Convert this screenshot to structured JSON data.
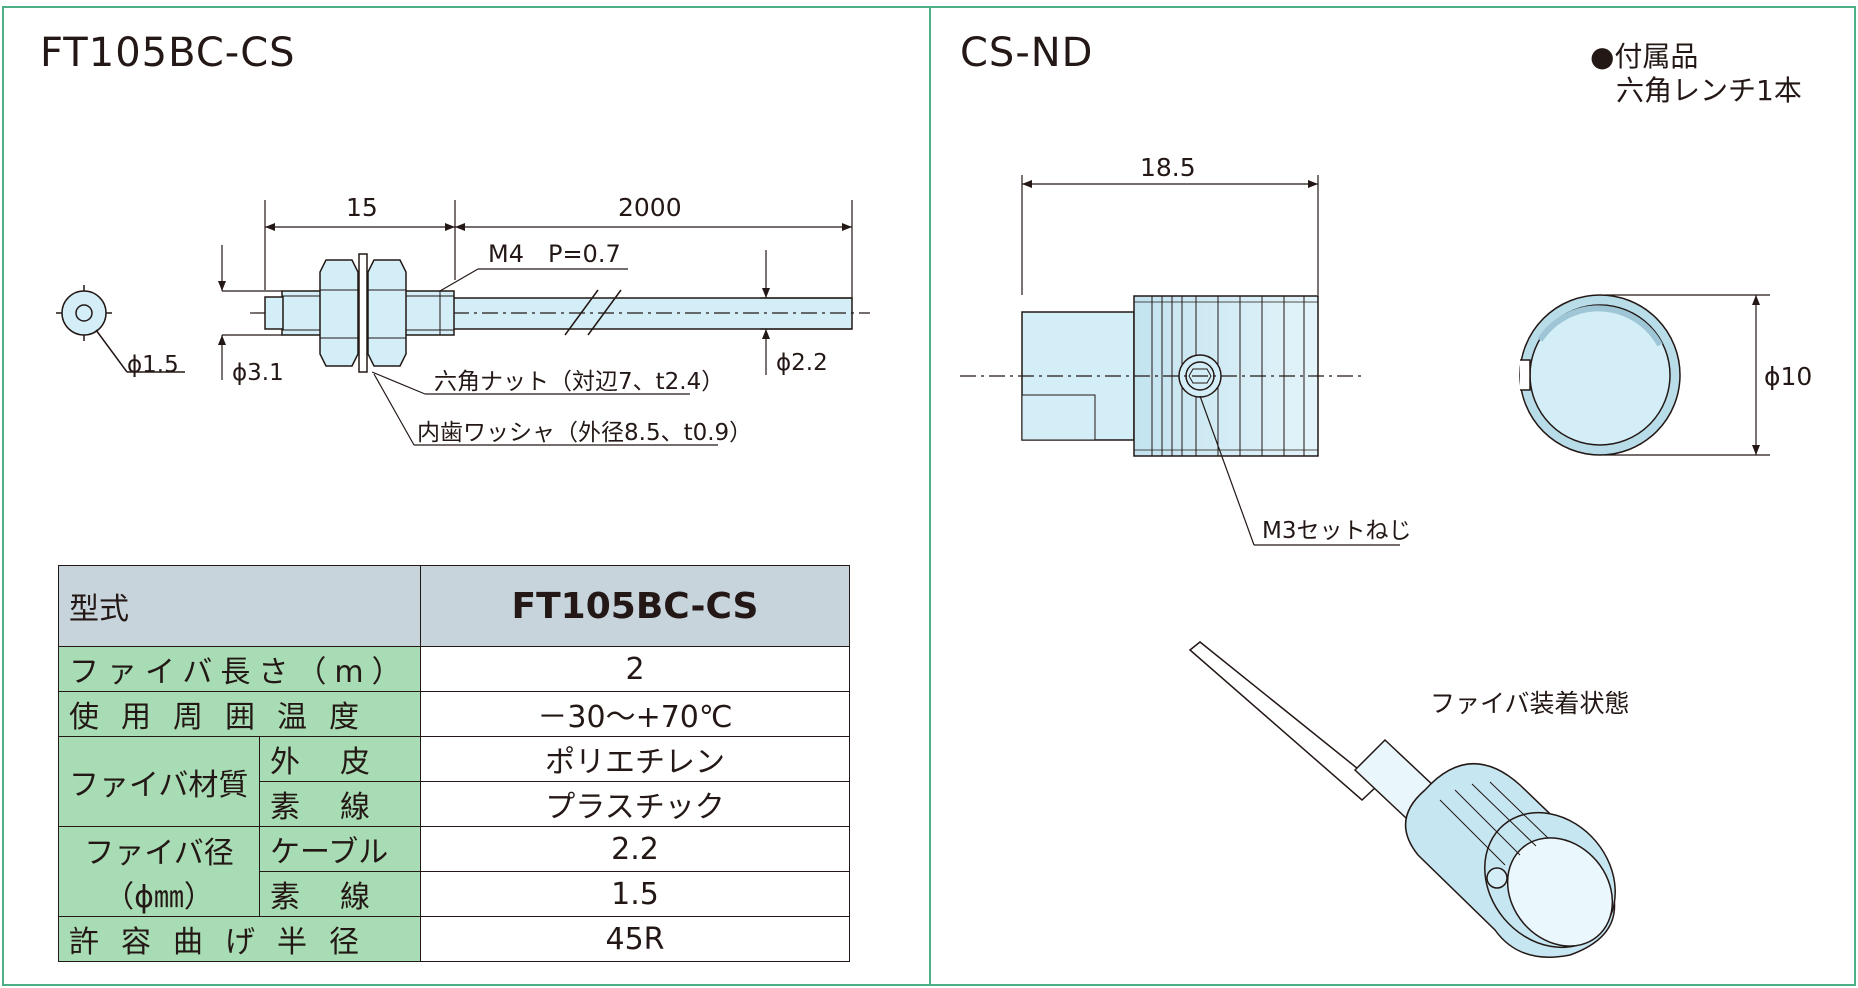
{
  "left": {
    "title": "FT105BC-CS",
    "dimensions": {
      "length_sleeve": "15",
      "length_cable": "2000",
      "thread": "M4　P=0.7",
      "dia_core": "ϕ1.5",
      "dia_sleeve": "ϕ3.1",
      "dia_cable": "ϕ2.2",
      "label_nut": "六角ナット（対辺7、t2.4）",
      "label_washer": "内歯ワッシャ（外径8.5、t0.9）"
    },
    "table": {
      "header": {
        "label": "型式",
        "value": "FT105BC-CS"
      },
      "rows": {
        "fiber_length": {
          "label": "ファイバ長さ（m）",
          "value": "2"
        },
        "temp_range": {
          "label": "使用周囲温度",
          "value": "－30～+70℃"
        },
        "material_group": "ファイバ材質",
        "material_outer": {
          "label": "外皮",
          "value": "ポリエチレン"
        },
        "material_core": {
          "label": "素線",
          "value": "プラスチック"
        },
        "diameter_group_line1": "ファイバ径",
        "diameter_group_line2": "（ϕ㎜）",
        "diameter_cable": {
          "label": "ケーブル",
          "value": "2.2"
        },
        "diameter_core": {
          "label": "素線",
          "value": "1.5"
        },
        "bend_radius": {
          "label": "許容曲げ半径",
          "value": "45R"
        }
      }
    }
  },
  "right": {
    "title": "CS-ND",
    "accessory_head": "●付属品",
    "accessory_body": "六角レンチ1本",
    "dimensions": {
      "length": "18.5",
      "diameter": "ϕ10",
      "set_screw": "M3セットねじ"
    },
    "mounted_label": "ファイバ装着状態"
  },
  "colors": {
    "frame": "#4caf85",
    "part_fill": "#d4eef7",
    "table_label": "#a8dcb4",
    "table_header": "#c8d4dc"
  }
}
